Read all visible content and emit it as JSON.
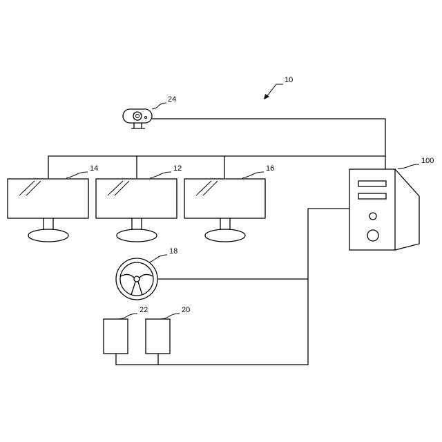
{
  "labels": {
    "system": "10",
    "main_display": "12",
    "left_display": "14",
    "right_display": "16",
    "steering_wheel": "18",
    "pedal_right": "20",
    "pedal_left": "22",
    "camera": "24",
    "computer": "100"
  }
}
